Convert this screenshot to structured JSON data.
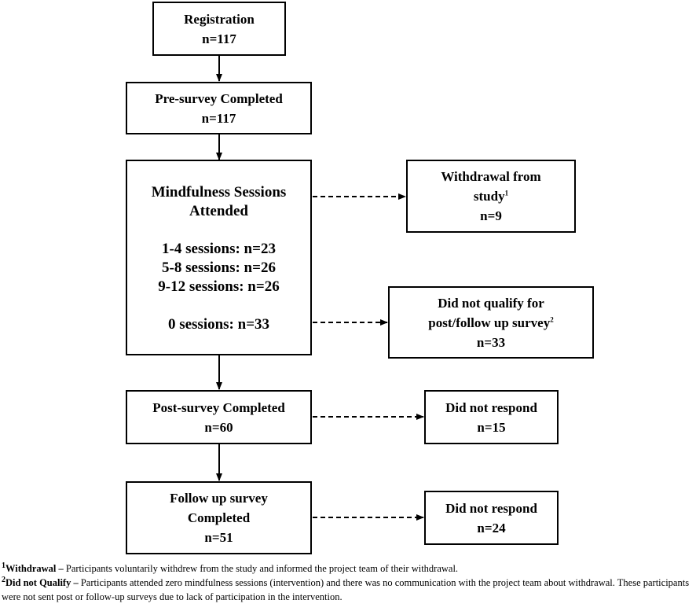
{
  "boxes": {
    "registration": {
      "title": "Registration",
      "count": "n=117"
    },
    "pre_survey": {
      "title": "Pre-survey Completed",
      "count": "n=117"
    },
    "sessions": {
      "title_line1": "Mindfulness Sessions",
      "title_line2": "Attended",
      "items": [
        "1-4 sessions: n=23",
        "5-8 sessions: n=26",
        "9-12 sessions: n=26"
      ],
      "zero": "0 sessions: n=33"
    },
    "withdrawal": {
      "title_line1": "Withdrawal from",
      "title_line2": "study",
      "marker": "1",
      "count": "n=9"
    },
    "not_qualify": {
      "title_line1": "Did not qualify for",
      "title_line2": "post/follow up survey",
      "marker": "2",
      "count": "n=33"
    },
    "post_survey": {
      "title": "Post-survey Completed",
      "count": "n=60"
    },
    "post_no_response": {
      "title": "Did not respond",
      "count": "n=15"
    },
    "follow_up": {
      "title_line1": "Follow up survey",
      "title_line2": "Completed",
      "count": "n=51"
    },
    "follow_no_response": {
      "title": "Did not respond",
      "count": "n=24"
    }
  },
  "footnotes": [
    {
      "marker": "1",
      "term": "Withdrawal –",
      "text": " Participants voluntarily withdrew from the study and informed the project team of their withdrawal."
    },
    {
      "marker": "2",
      "term": "Did not Qualify –",
      "text": " Participants attended zero mindfulness sessions (intervention) and there was no communication with the project team about withdrawal. These participants were not sent post or follow-up surveys due to lack of participation in the intervention."
    }
  ],
  "colors": {
    "line": "#000000",
    "background": "#ffffff"
  }
}
